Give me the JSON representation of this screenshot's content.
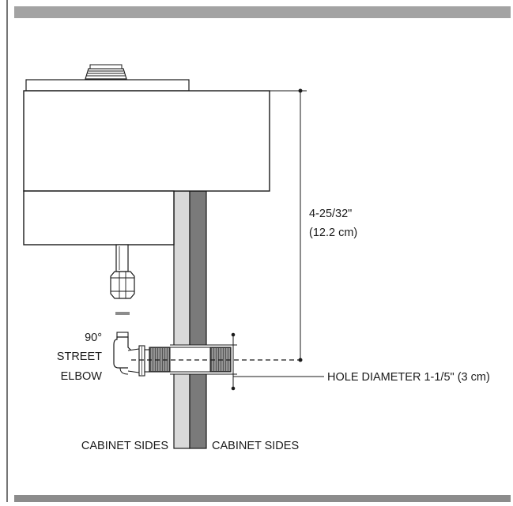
{
  "dimension": {
    "height_inches": "4-25/32\"",
    "height_cm": "(12.2 cm)"
  },
  "labels": {
    "elbow_line1": "90°",
    "elbow_line2": "STREET",
    "elbow_line3": "ELBOW",
    "hole_diameter": "HOLE DIAMETER 1-1/5\" (3 cm)",
    "cabinet_left": "CABINET SIDES",
    "cabinet_right": "CABINET SIDES"
  },
  "colors": {
    "band": "#a3a3a3",
    "band_dark": "#8c8c8c",
    "line": "#1a1a1a",
    "panel_light": "#d9d9d9",
    "panel_dark": "#7a7a7a"
  }
}
